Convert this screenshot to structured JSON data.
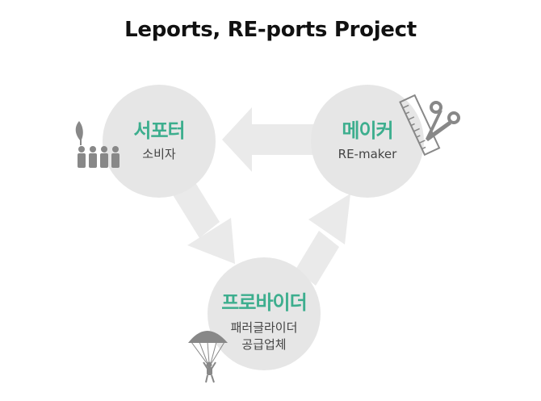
{
  "title": "Leports, RE-ports Project",
  "colors": {
    "accent": "#3dae8e",
    "circle": "#e6e6e6",
    "arrow": "#eaeaea",
    "icon": "#888888"
  },
  "nodes": {
    "supporter": {
      "name": "서포터",
      "sub": "소비자",
      "icon": "consumers-with-plant-icon"
    },
    "maker": {
      "name": "메이커",
      "sub": "RE-maker",
      "icon": "ruler-and-scissors-icon"
    },
    "provider": {
      "name": "프로바이더",
      "sub1": "패러글라이더",
      "sub2": "공급업체",
      "icon": "paraglider-icon"
    }
  },
  "flow": [
    {
      "from": "maker",
      "to": "supporter"
    },
    {
      "from": "supporter",
      "to": "provider"
    },
    {
      "from": "provider",
      "to": "maker"
    }
  ]
}
